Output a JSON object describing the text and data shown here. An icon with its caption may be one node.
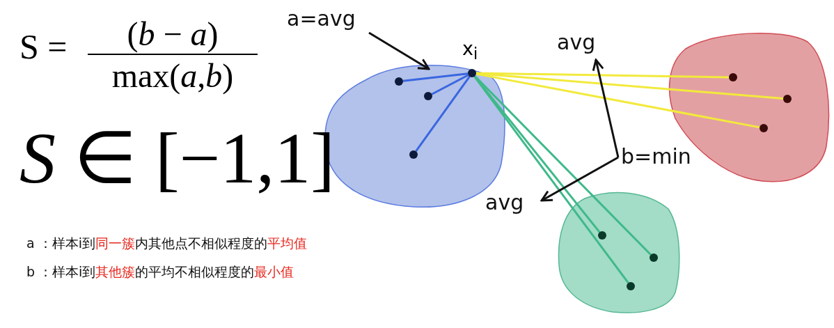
{
  "diagram": {
    "nodes": [
      {
        "text": [
          "a=avg"
        ]
      },
      {
        "text": [],
        "shape": "blob"
      },
      {
        "text": [],
        "shape": "circle",
        "in": 1
      },
      {
        "text": [],
        "shape": "circle",
        "in": 1,
        "beside": [
          "x$_{i}$"
        ]
      },
      {
        "text": [],
        "shape": "circle",
        "in": 1
      },
      {
        "text": [],
        "shape": "circle",
        "in": 1
      },
      {
        "text": [
          "avg"
        ]
      },
      {
        "text": [],
        "shape": "blob"
      },
      {
        "text": [],
        "shape": "circle",
        "in": 7
      },
      {
        "text": [],
        "shape": "circle",
        "in": 7
      },
      {
        "text": [],
        "shape": "circle",
        "in": 7
      },
      {
        "text": [
          "b=min"
        ]
      },
      {
        "text": [
          "avg"
        ]
      },
      {
        "text": [],
        "shape": "blob"
      },
      {
        "text": [],
        "shape": "circle",
        "in": 13
      },
      {
        "text": [],
        "shape": "circle",
        "in": 13
      },
      {
        "text": [],
        "shape": "circle",
        "in": 13
      }
    ],
    "edges": [
      {
        "from": 0,
        "to": 1,
        "arrow": "to"
      },
      {
        "from": 3,
        "to": 2,
        "arrow": "none",
        "color": "#3a66e0"
      },
      {
        "from": 3,
        "to": 4,
        "arrow": "none",
        "color": "#3a66e0"
      },
      {
        "from": 3,
        "to": 5,
        "arrow": "none",
        "color": "#3a66e0"
      },
      {
        "from": 3,
        "to": 8,
        "arrow": "none",
        "color": "#f2ea3c"
      },
      {
        "from": 3,
        "to": 9,
        "arrow": "none",
        "color": "#f2ea3c"
      },
      {
        "from": 3,
        "to": 10,
        "arrow": "none",
        "color": "#f2ea3c"
      },
      {
        "from": 3,
        "to": 14,
        "arrow": "none",
        "color": "#3fb98a"
      },
      {
        "from": 3,
        "to": 15,
        "arrow": "none",
        "color": "#3fb98a"
      },
      {
        "from": 3,
        "to": 16,
        "arrow": "none",
        "color": "#3fb98a"
      },
      {
        "from": 11,
        "to": 6,
        "arrow": "to"
      },
      {
        "from": 11,
        "to": 12,
        "arrow": "to"
      }
    ],
    "labels": [
      "S =",
      "(*b* − *a*)",
      "max(*a*,*b*)",
      "*S* ∈ [−1,1]",
      "a ：样本i到**同一簇**内其他点不相似程度的**平均值**",
      "b ：样本i到**其他簇**的平均不相似程度的**最小值**"
    ]
  }
}
